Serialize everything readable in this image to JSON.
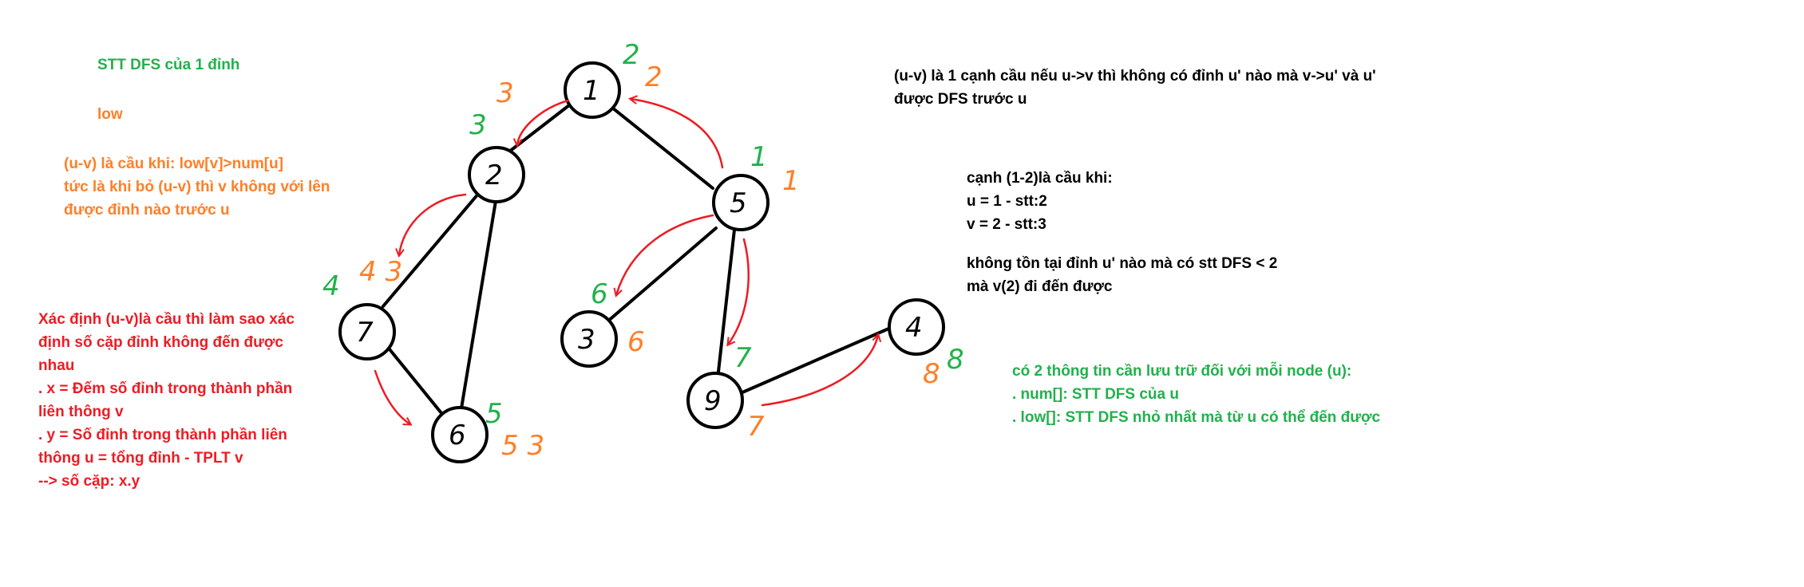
{
  "colors": {
    "green": "#22b14c",
    "orange": "#ff7f27",
    "red": "#ed1c24",
    "black": "#000000"
  },
  "legend": {
    "dfs_order": "STT DFS của 1 đỉnh",
    "low": "low"
  },
  "bridge_condition": [
    "(u-v) là cầu khi: low[v]>num[u]",
    "tức là khi bỏ (u-v) thì v không với lên",
    "được đỉnh nào trước u"
  ],
  "pair_counting": [
    "Xác định (u-v)là cầu thì làm sao xác",
    "định số cặp đỉnh không đến được",
    "nhau",
    ". x = Đếm số đỉnh trong thành phần",
    "liên thông v",
    ". y =  Số đỉnh trong thành phần liên",
    "thông u = tổng đỉnh - TPLT v",
    "--> số cặp: x.y"
  ],
  "bridge_definition": [
    "(u-v) là 1 cạnh cầu nếu u->v thì không có đỉnh u' nào mà v->u' và u'",
    "được DFS trước u"
  ],
  "example": [
    "cạnh (1-2)là cầu khi:",
    "u = 1 - stt:2",
    "v = 2 - stt:3",
    "",
    "không tồn tại đỉnh u' nào mà có stt DFS < 2",
    "mà v(2) đi đến được"
  ],
  "storage": [
    "có 2 thông tin cần lưu trữ đối với mỗi node (u):",
    ". num[]: STT DFS của u",
    ". low[]: STT DFS nhỏ nhất mà từ u có thể đến được"
  ],
  "graph": {
    "nodes": [
      {
        "id": "1",
        "num": "2",
        "low": "2"
      },
      {
        "id": "2",
        "num": "3",
        "low": "3"
      },
      {
        "id": "7",
        "num": "4",
        "low": "4 3"
      },
      {
        "id": "6",
        "num": "5",
        "low": "5 3"
      },
      {
        "id": "5",
        "num": "1",
        "low": "1"
      },
      {
        "id": "3",
        "num": "6",
        "low": "6"
      },
      {
        "id": "9",
        "num": "7",
        "low": "7"
      },
      {
        "id": "4",
        "num": "8",
        "low": "8"
      }
    ],
    "edges": [
      [
        "1",
        "2"
      ],
      [
        "1",
        "5"
      ],
      [
        "2",
        "7"
      ],
      [
        "2",
        "6"
      ],
      [
        "7",
        "6"
      ],
      [
        "5",
        "3"
      ],
      [
        "5",
        "9"
      ],
      [
        "9",
        "4"
      ]
    ]
  }
}
